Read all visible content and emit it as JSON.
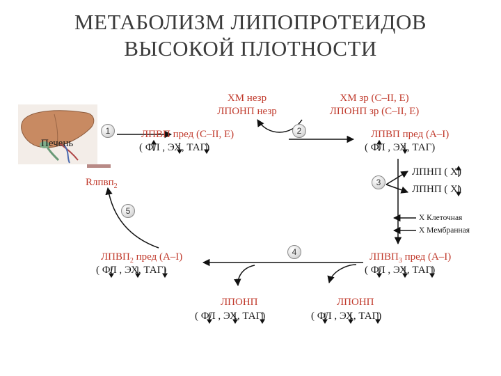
{
  "title": {
    "line1": "МЕТАБОЛИЗМ ЛИПОПРОТЕИДОВ",
    "line2": "ВЫСОКОЙ ПЛОТНОСТИ"
  },
  "liver": {
    "label": "Печень"
  },
  "receptor": {
    "main": "Rлпвп",
    "sub": "2"
  },
  "steps": [
    "1",
    "2",
    "3",
    "4",
    "5"
  ],
  "chm_left": {
    "line1": "ХМ незр",
    "line2": "ЛПОНП незр"
  },
  "chm_right": {
    "line1": "ХМ зр (С–II, Е)",
    "line2": "ЛПОНП зр (С–II, Е)"
  },
  "hdl_pre_1": {
    "line1": "ЛПВП пред (С–II, Е)",
    "line2": "( ФЛ , ЭХ, ТАГ)"
  },
  "hdl_pre_2": {
    "line1": "ЛПВП пред (А–I)",
    "line2": "( ФЛ , ЭХ, ТАГ)"
  },
  "ldl": {
    "line1": "ЛПНП ( Х)",
    "line2": "ЛПНП ( Х)"
  },
  "chol": {
    "line1": "Х Клеточная",
    "line2": "Х Мембранная"
  },
  "hdl3": {
    "main": "ЛПВП",
    "sub": "3",
    "rest": " пред (А–I)",
    "line2": "( ФЛ , ЭХ, ТАГ)"
  },
  "hdl2": {
    "main": "ЛПВП",
    "sub": "2",
    "rest": " пред (А–I)",
    "line2": "( ФЛ , ЭХ, ТАГ)"
  },
  "vldl_right": {
    "line1": "ЛПОНП",
    "line2": "( ФЛ , ЭХ, ТАГ)"
  },
  "vldl_left": {
    "line1": "ЛПОНП",
    "line2": "( ФЛ , ЭХ, ТАГ)"
  },
  "colors": {
    "red_text": "#c0392b",
    "line": "#111111",
    "title": "#3a3a3a"
  }
}
